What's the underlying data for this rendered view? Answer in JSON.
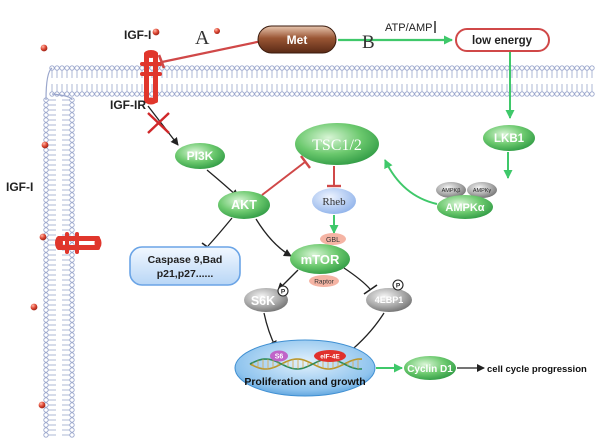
{
  "labels": {
    "igf1_top": "IGF-I",
    "igf1_left": "IGF-I",
    "igf1r": "IGF-IR",
    "letter_a": "A",
    "letter_b": "B",
    "met": "Met",
    "atp_amp": "ATP/AMP",
    "low_energy": "low energy",
    "pi3k": "PI3K",
    "akt": "AKT",
    "tsc": "TSC1/2",
    "lkb1": "LKB1",
    "ampk_b": "AMPKβ",
    "ampk_g": "AMPKγ",
    "ampk_a": "AMPKα",
    "rheb": "Rheb",
    "gbl": "GBL",
    "mtor": "mTOR",
    "raptor": "Raptor",
    "s6k": "S6K",
    "ebp1": "4EBP1",
    "p_badge": "P",
    "caspase_line1": "Caspase 9,Bad",
    "caspase_line2": "p21,p27......",
    "s6": "S6",
    "eif4e": "eIF-4E",
    "prolif": "Proliferation and growth",
    "cyclin": "Cyclin D1",
    "cell_cycle": "cell cycle progression"
  },
  "colors": {
    "membrane_blue": "#9aa6cc",
    "receptor_red": "#e0362c",
    "ligand_red": "#d63a2e",
    "activation_green": "#3fc86a",
    "inhibition_red": "#d04848",
    "node_green": "#5bbf6a",
    "met_brown": "#8a4a2c",
    "rheb_blue": "#a6c4ee",
    "nucleus_blue": "#5aa4de",
    "caspase_blue": "#6aa4e6",
    "phospho_gray": "#8a8a8a"
  }
}
